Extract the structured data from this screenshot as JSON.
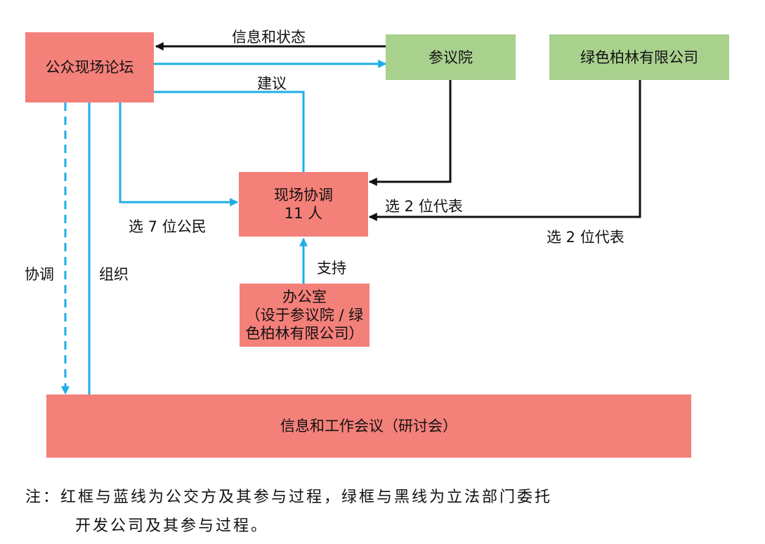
{
  "nodes": {
    "forum": "公众现场论坛",
    "senate": "参议院",
    "green_berlin": "绿色柏林有限公司",
    "coordination_line1": "现场协调",
    "coordination_line2": "11 人",
    "office_line1": "办公室",
    "office_line2": "（设于参议院 / 绿",
    "office_line3": "色柏林有限公司）",
    "meeting": "信息和工作会议（研讨会）"
  },
  "edge_labels": {
    "info_status": "信息和状态",
    "advice": "建议",
    "select_7": "选 7 位公民",
    "select_2_senate": "选 2 位代表",
    "select_2_green": "选 2 位代表",
    "support": "支持",
    "coordinate": "协调",
    "organize": "组织"
  },
  "note": {
    "line1": "注：红框与蓝线为公交方及其参与过程，绿框与黑线为立法部门委托",
    "line2": "开发公司及其参与过程。"
  },
  "colors": {
    "red_box": "#f4807a",
    "green_box": "#a9d18e",
    "blue_line": "#1eaee6",
    "black_line": "#111111"
  }
}
